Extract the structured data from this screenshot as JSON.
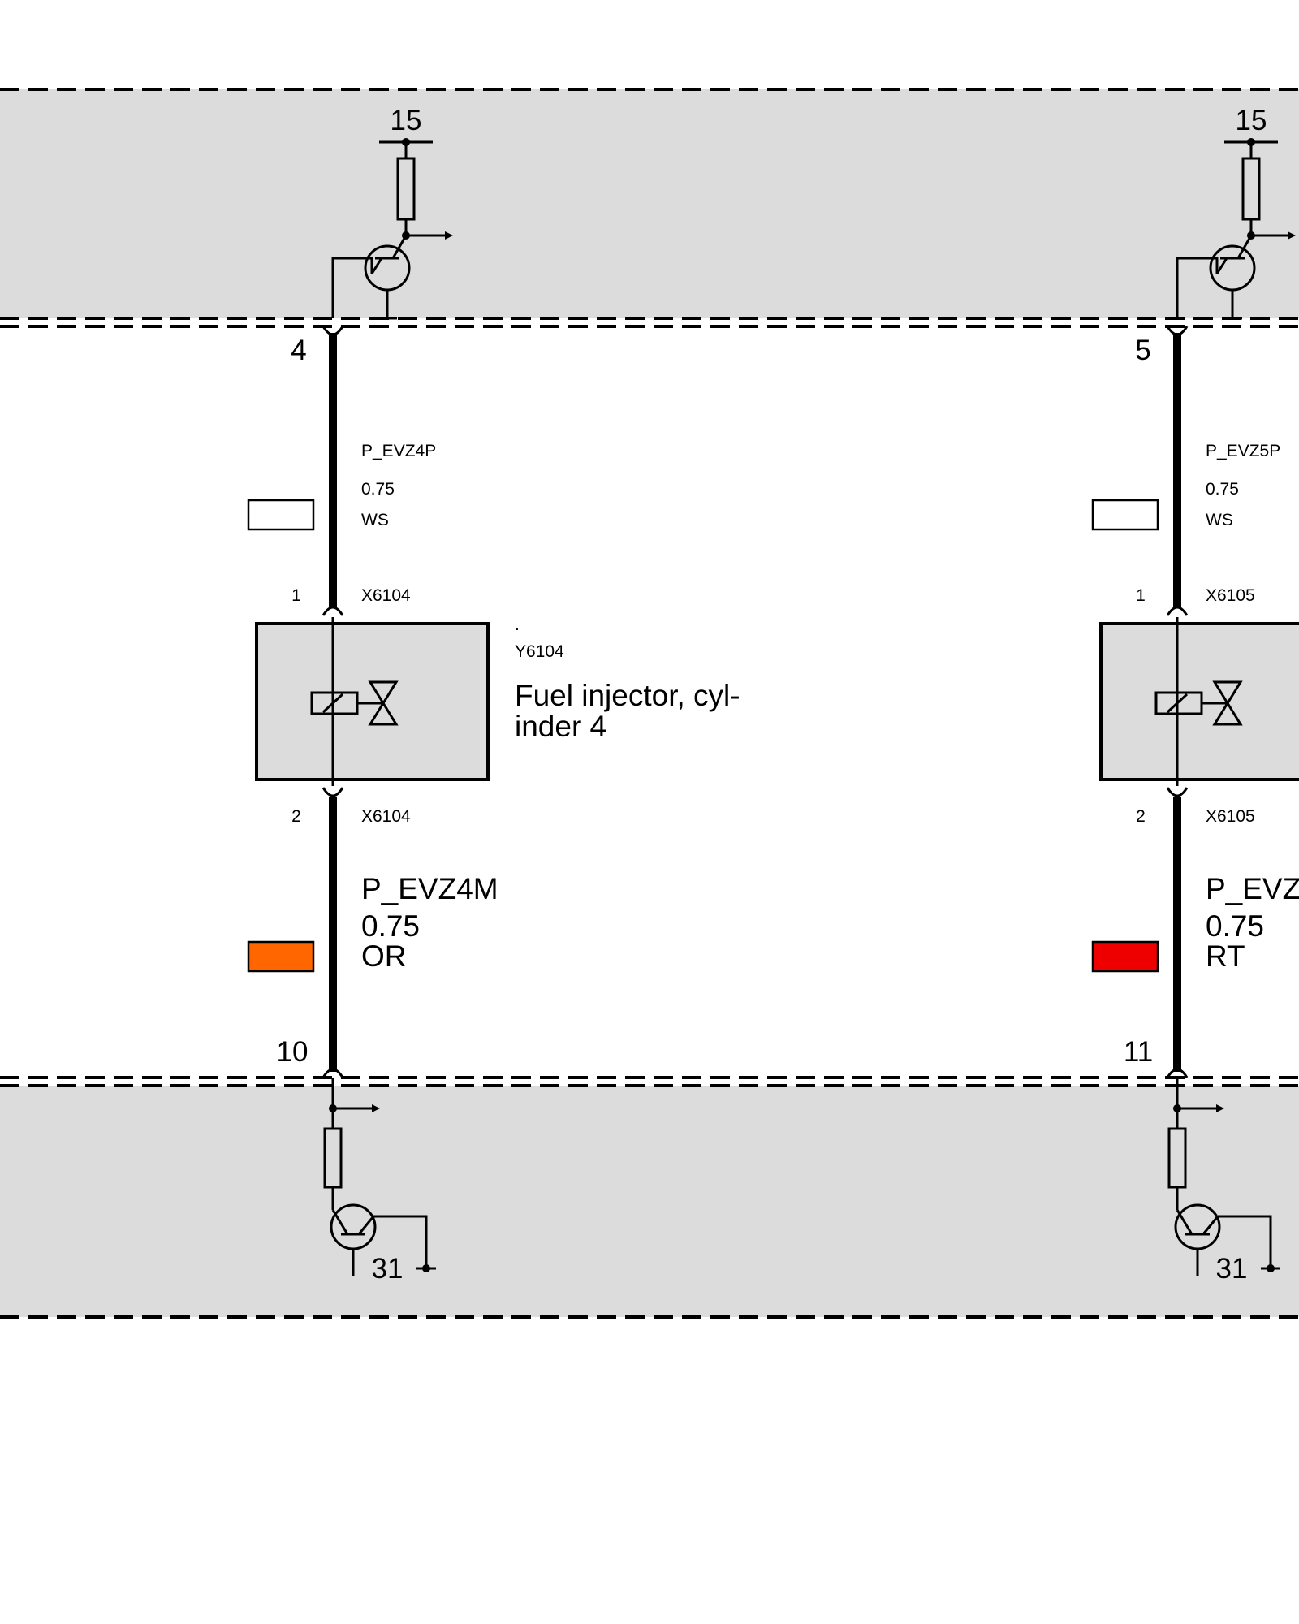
{
  "colors": {
    "panel": "#dcdcdc",
    "component": "#dcdcdc",
    "wire": "#000000",
    "ws": "#ffffff",
    "or": "#ff6600",
    "rt": "#ee0000"
  },
  "top_panel": {
    "terminal_1": "15",
    "terminal_2": "15"
  },
  "bottom_panel": {
    "ground_1": "31",
    "ground_2": "31"
  },
  "circuits": [
    {
      "upper_pin": "4",
      "upper_wire": {
        "signal": "P_EVZ4P",
        "gauge": "0.75",
        "color_code": "WS"
      },
      "connector_top": {
        "pin": "1",
        "id": "X6104"
      },
      "component": {
        "dot": ".",
        "id": "Y6104",
        "name_line1": "Fuel injector, cyl-",
        "name_line2": "inder 4"
      },
      "connector_bottom": {
        "pin": "2",
        "id": "X6104"
      },
      "lower_wire": {
        "signal": "P_EVZ4M",
        "gauge": "0.75",
        "color_code": "OR"
      },
      "lower_pin": "10"
    },
    {
      "upper_pin": "5",
      "upper_wire": {
        "signal": "P_EVZ5P",
        "gauge": "0.75",
        "color_code": "WS"
      },
      "connector_top": {
        "pin": "1",
        "id": "X6105"
      },
      "connector_bottom": {
        "pin": "2",
        "id": "X6105"
      },
      "lower_wire": {
        "signal": "P_EVZ",
        "gauge": "0.75",
        "color_code": "RT"
      },
      "lower_pin": "11"
    }
  ]
}
